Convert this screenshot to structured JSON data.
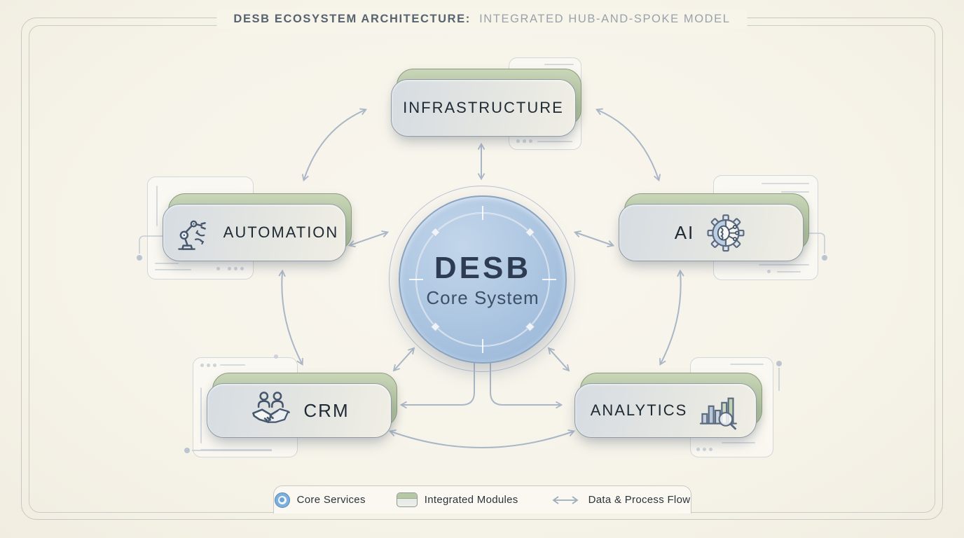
{
  "title": {
    "bold": "DESB ECOSYSTEM ARCHITECTURE:",
    "light": "INTEGRATED HUB-AND-SPOKE MODEL"
  },
  "hub": {
    "name": "DESB",
    "subtitle": "Core System"
  },
  "modules": {
    "infrastructure": {
      "label": "INFRASTRUCTURE",
      "icon": "none"
    },
    "automation": {
      "label": "AUTOMATION",
      "icon": "robot-arm-sync-icon"
    },
    "ai": {
      "label": "AI",
      "icon": "gear-brain-circuit-icon"
    },
    "crm": {
      "label": "CRM",
      "icon": "people-handshake-icon"
    },
    "analytics": {
      "label": "ANALYTICS",
      "icon": "bar-chart-magnifier-icon"
    }
  },
  "legend": {
    "items": [
      {
        "icon": "core-services-icon",
        "label": "Core Services"
      },
      {
        "icon": "integrated-modules-icon",
        "label": "Integrated Modules"
      },
      {
        "icon": "flow-arrow-icon",
        "label": "Data & Process Flow"
      }
    ]
  },
  "colors": {
    "background": "#f7f4ea",
    "hub_fill": "#aac4e0",
    "module_band_green": "#b3c4a3",
    "card_fill": "#e3e5e1",
    "arrow": "#a9b6c6",
    "text_dark": "#1e2933"
  }
}
